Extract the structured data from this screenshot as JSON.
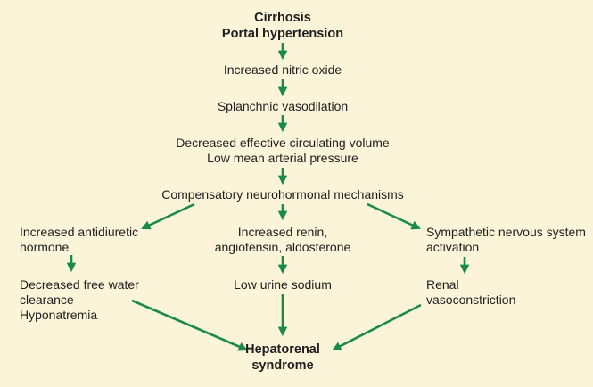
{
  "diagram": {
    "accent_color": "#1a8a4a",
    "background_color": "#fbf4d8",
    "nodes": {
      "top": [
        "Cirrhosis",
        "Portal hypertension"
      ],
      "nitric_oxide": [
        "Increased nitric oxide"
      ],
      "vasodilation": [
        "Splanchnic vasodilation"
      ],
      "circulating": [
        "Decreased effective circulating volume",
        "Low mean arterial pressure"
      ],
      "compensatory": [
        "Compensatory neurohormonal mechanisms"
      ],
      "adh": [
        "Increased antidiuretic",
        "hormone"
      ],
      "raas": [
        "Increased renin,",
        "angiotensin, aldosterone"
      ],
      "sympathetic": [
        "Sympathetic nervous system",
        "activation"
      ],
      "free_water": [
        "Decreased free water",
        "clearance",
        "Hyponatremia"
      ],
      "urine_sodium": [
        "Low urine sodium"
      ],
      "renal": [
        "Renal",
        "vasoconstriction"
      ],
      "outcome": [
        "Hepatorenal",
        "syndrome"
      ]
    }
  }
}
